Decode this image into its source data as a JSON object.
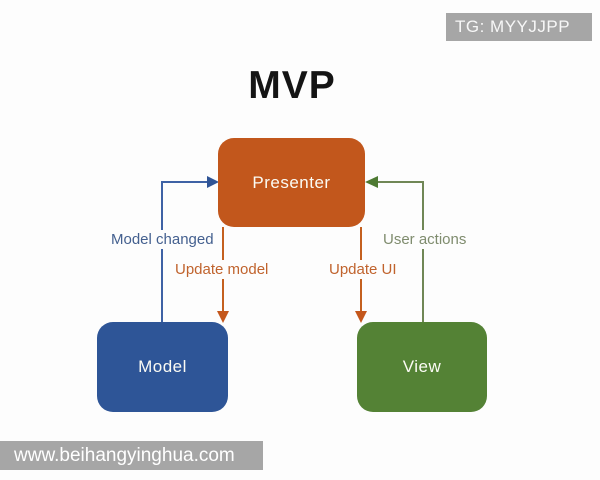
{
  "watermarks": {
    "top_badge": "TG: MYYJJPP",
    "bottom_bar": "www.beihangyinghua.com",
    "bg_color": "#a6a6a6"
  },
  "title": "MVP",
  "diagram": {
    "nodes": [
      {
        "id": "presenter",
        "label": "Presenter",
        "color": "#c2571c"
      },
      {
        "id": "model",
        "label": "Model",
        "color": "#2e5597"
      },
      {
        "id": "view",
        "label": "View",
        "color": "#548235"
      }
    ],
    "edges": [
      {
        "id": "model-changed",
        "label": "Model changed",
        "from": "model",
        "to": "presenter",
        "label_color": "#44608f",
        "line_color": "#3e62a5",
        "arrowhead_color": "#2f5496"
      },
      {
        "id": "update-model",
        "label": "Update model",
        "from": "presenter",
        "to": "model",
        "label_color": "#c0632d",
        "line_color": "#c4601f",
        "arrowhead_color": "#c4571c"
      },
      {
        "id": "update-ui",
        "label": "Update UI",
        "from": "presenter",
        "to": "view",
        "label_color": "#c0632d",
        "line_color": "#c4601f",
        "arrowhead_color": "#c4571c"
      },
      {
        "id": "user-actions",
        "label": "User actions",
        "from": "view",
        "to": "presenter",
        "label_color": "#7f8c6e",
        "line_color": "#708756",
        "arrowhead_color": "#4e7a33"
      }
    ]
  }
}
